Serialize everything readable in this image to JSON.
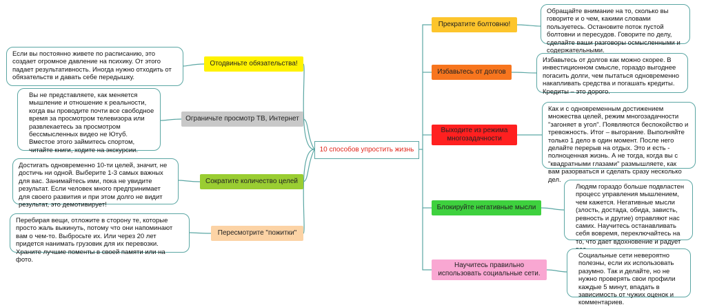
{
  "center": "10 способов упростить жизнь",
  "colors": {
    "line": "#5aa6a3",
    "center_text": "#e0261b",
    "yellow": "#fff200",
    "gray": "#c8c8c8",
    "green_olive": "#9acd32",
    "peach": "#fcd3a5",
    "orange_yellow": "#fdc52c",
    "orange": "#f7751e",
    "red": "#ff2020",
    "green": "#3ed13e",
    "pink": "#f9a7d2"
  },
  "left": [
    {
      "label": "Отодвиньте обязательства!",
      "note": "Если вы постоянно живете по расписанию, это создает огромное давление на психику. От этого падает результативность. Иногда нужно отходить от обязательств и давать себе передышку."
    },
    {
      "label": "Ограничьте просмотр ТВ, Интернет",
      "note": "Вы не представляете, как меняется мышление и отношение к реальности, когда вы проводите почти все свободное время за просмотром телевизора или развлекаетесь за просмотром бессмысленных видео не Ютуб. Вместое этого займитесь спортом, читайте книги, ходите на экскурсии."
    },
    {
      "label": "Сократите количество целей",
      "note": "Достигать одновременно 10-ти целей, значит, не достичь ни одной. Выберите 1-3 самых важных для вас. Занимайтесь ими, пока не увидите результат. Если человек много предпринимает для своего развития и при этом долго не видит результат, это демотивирует!"
    },
    {
      "label": "Пересмотрите \"пожитки\"",
      "note": "Перебирая вещи, отложите в сторону те, которые просто жаль выкинуть, потому что они напоминают вам о чем-то. Выбросьте их. Или через 20 лет придется нанимать грузовик для их перевозки. Храните лучшие поменты в своей памяти или на фото."
    }
  ],
  "right": [
    {
      "label": "Прекратите болтовню!",
      "note": "Обращайте внимание на то, сколько вы говорите и о чем, какими словами пользуетесь. Остановите поток пустой болтовни и пересудов. Говорите по делу, сделайте ваши разговоры осмысленными и содержательными."
    },
    {
      "label": "Избавьтесь от долгов",
      "note": "Избавьтесь от долгов как можно скорее. В инвестиционном смысле, гораздо выгоднее погасить долги, чем пытаться одновременно накапливать средства и погашать кредиты. Кредиты – это дорого."
    },
    {
      "label": "Выходите из режима многозадачности",
      "note": "Как и с одновременным достижением множества целей, режим многозадачности \"загоняет в угол\". Появляются беспокойство и тревожность. Итог – выгорание. Выполняйте только 1 дело в один момент. После него делайте перерыв на отдых. Это и есть - полноценная жизнь. А не тогда, когда вы с \"квадратными глазами\" размышляете, как вам разорваться и сделать сразу несколько дел."
    },
    {
      "label": "Блокируйте негативные мысли",
      "note": "Людям гораздо больше подвластен процесс управления мышлением, чем кажется. Негативные мысли (злость, достада, обида, зависть, ревность и другие) отравляют нас самих. Научитесь останавливать себя вовремя, переключайтесь на то, что дает вдохновение и радует вас."
    },
    {
      "label": "Научитесь правильно использовать социальные сети.",
      "note": "Социальные сети невероятно полезны, если их использовать разумно. Так и делайте, но не нужно проверять свои профили каждые 5 минут, впадать в зависимость от чужих оценок и комментариев."
    }
  ]
}
